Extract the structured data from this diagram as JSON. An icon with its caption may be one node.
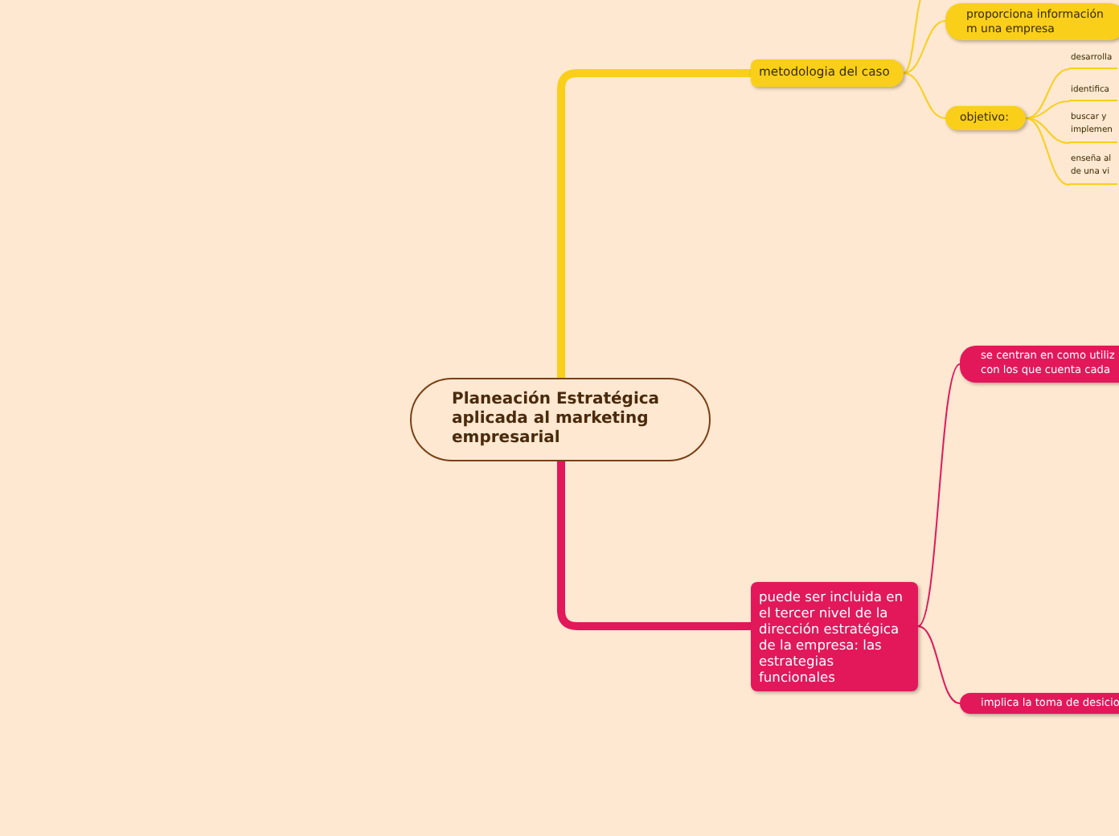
{
  "diagram": {
    "nodes": [
      {
        "text": [
          "Planeación Estratégica aplicada al marketing empresarial"
        ]
      },
      {
        "text": [
          "metodologia del caso"
        ]
      },
      {
        "text": [
          "proporciona información m una empresa"
        ]
      },
      {
        "text": [
          "objetivo:"
        ]
      },
      {
        "text": [
          "desarrolla"
        ]
      },
      {
        "text": [
          "identifica"
        ]
      },
      {
        "text": [
          "buscar y implemen"
        ]
      },
      {
        "text": [
          "enseña al de una vi"
        ]
      },
      {
        "text": [
          "se centran en como utiliz con los que cuenta cada"
        ]
      },
      {
        "text": [
          "puede ser incluida en el tercer nivel de la dirección estratégica de la empresa: las estrategias funcionales"
        ]
      },
      {
        "text": [
          "implica la toma de desicio"
        ]
      }
    ],
    "edges": [
      {
        "from": 0,
        "to": 1,
        "arrow": "none",
        "style": "thick"
      },
      {
        "from": 1,
        "to": null,
        "arrow": "none"
      },
      {
        "from": 1,
        "to": 2,
        "arrow": "none"
      },
      {
        "from": 1,
        "to": 3,
        "arrow": "none"
      },
      {
        "from": 3,
        "to": 4,
        "arrow": "none"
      },
      {
        "from": 3,
        "to": 5,
        "arrow": "none"
      },
      {
        "from": 3,
        "to": 6,
        "arrow": "none"
      },
      {
        "from": 3,
        "to": 7,
        "arrow": "none"
      },
      {
        "from": 0,
        "to": 9,
        "arrow": "none",
        "style": "thick",
        "color": "#e2185b"
      },
      {
        "from": 9,
        "to": 8,
        "arrow": "none",
        "color": "#e2185b"
      },
      {
        "from": 9,
        "to": 10,
        "arrow": "none",
        "color": "#e2185b"
      }
    ]
  }
}
